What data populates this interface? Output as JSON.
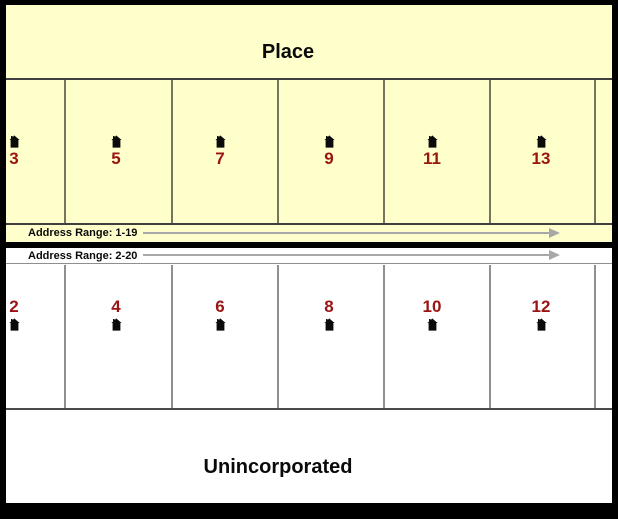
{
  "diagram": {
    "place_label": "Place",
    "unincorporated_label": "Unincorporated",
    "odd_range_label": "Address Range: 1-19",
    "even_range_label": "Address Range: 2-20",
    "odd_addresses": [
      "3",
      "5",
      "7",
      "9",
      "11",
      "13"
    ],
    "even_addresses": [
      "2",
      "4",
      "6",
      "8",
      "10",
      "12"
    ],
    "colors": {
      "place_fill": "#FFFFCC",
      "address_number": "#9A1414",
      "arrow": "#A8A8A8",
      "street_line": "#000000",
      "parcel_line": "#8F8F8F"
    }
  }
}
